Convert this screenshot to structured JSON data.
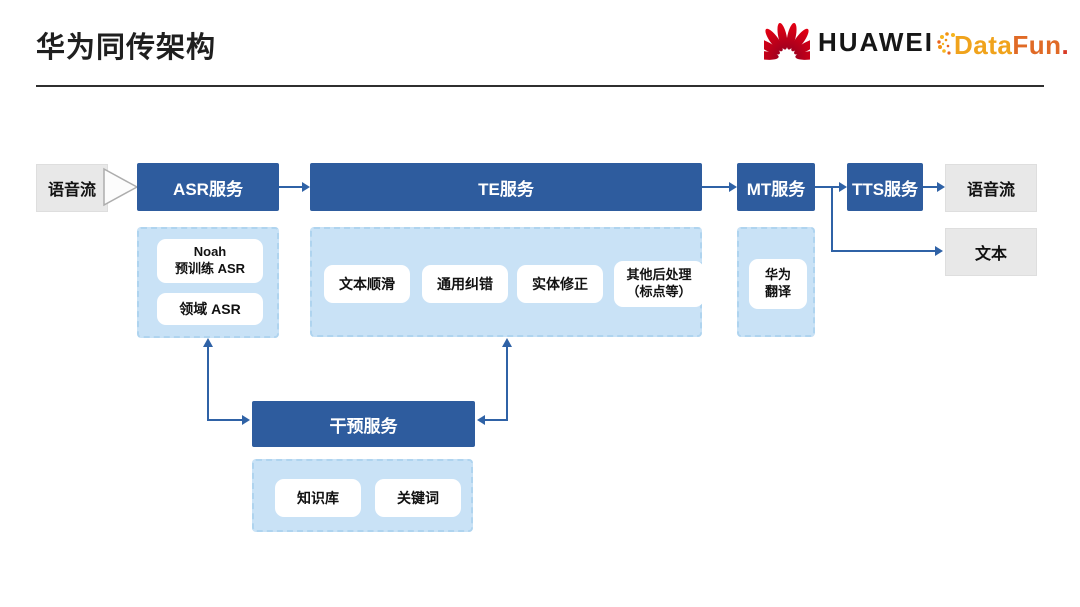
{
  "slide": {
    "title": "华为同传架构"
  },
  "logos": {
    "huawei_wordmark": "HUAWEI",
    "datafun_wordmark_1": "Data",
    "datafun_wordmark_2": "Fun",
    "datafun_wordmark_dot": "."
  },
  "flow": {
    "input_label": "语音流",
    "asr_label": "ASR服务",
    "te_label": "TE服务",
    "mt_label": "MT服务",
    "tts_label": "TTS服务",
    "audio_output_label": "语音流",
    "text_output_label": "文本"
  },
  "asr_panel": {
    "noah_line1": "Noah",
    "noah_line2": "预训练 ASR",
    "domain_asr": "领域 ASR"
  },
  "te_panel": {
    "item1": "文本顺滑",
    "item2": "通用纠错",
    "item3": "实体修正",
    "item4_line1": "其他后处理",
    "item4_line2": "（标点等）"
  },
  "mt_panel": {
    "item1_line1": "华为",
    "item1_line2": "翻译"
  },
  "intervention": {
    "label": "干预服务",
    "item1": "知识库",
    "item2": "关键词"
  },
  "colors": {
    "service_blue": "#2E5C9E",
    "panel_light_blue": "#C9E2F6",
    "panel_border_blue": "#AFD4EF",
    "arrow_blue": "#2F62A6",
    "gray_box": "#E8E8E8",
    "huawei_red": "#CE0A2C",
    "datafun_orange": "#F0A31C",
    "datafun_red": "#D83A26"
  }
}
